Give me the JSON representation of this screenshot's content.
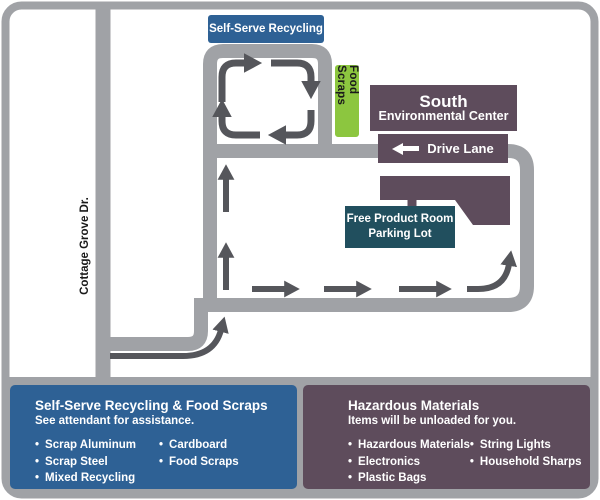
{
  "map": {
    "street_label": "Cottage Grove Dr.",
    "self_serve_label": "Self-Serve Recycling",
    "food_scraps_label": "Food Scraps",
    "building_sign": {
      "line1": "South",
      "line2": "Environmental Center"
    },
    "drive_lane_label": "Drive Lane",
    "parking_sign": {
      "line1": "Free Product Room",
      "line2": "Parking Lot"
    }
  },
  "panels": {
    "recycling": {
      "title": "Self-Serve Recycling & Food Scraps",
      "subtitle": "See attendant for assistance.",
      "col1": [
        "Scrap Aluminum",
        "Scrap Steel",
        "Mixed Recycling"
      ],
      "col2": [
        "Cardboard",
        "Food Scraps"
      ]
    },
    "hazardous": {
      "title": "Hazardous Materials",
      "subtitle": "Items will be unloaded for you.",
      "col1": [
        "Hazardous Materials",
        "Electronics",
        "Plastic Bags"
      ],
      "col2": [
        "String Lights",
        "Household Sharps"
      ]
    }
  },
  "colors": {
    "road_gray": "#A0A2A6",
    "arrow_gray": "#55565B",
    "blue": "#2E6195",
    "purple": "#5E4C5C",
    "teal": "#214F5E",
    "green": "#8CC63F"
  }
}
